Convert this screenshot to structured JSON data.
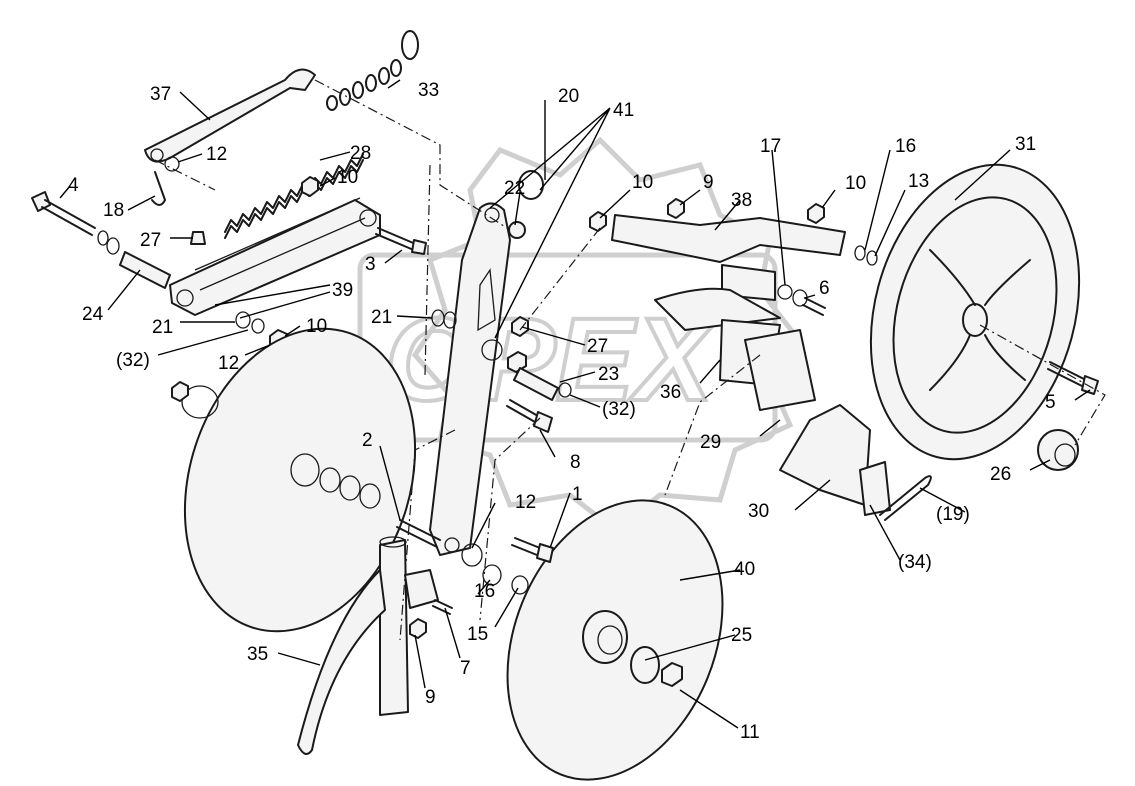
{
  "watermark": "OPEX",
  "labels": {
    "p1": "1",
    "p2": "2",
    "p3": "3",
    "p4": "4",
    "p5": "5",
    "p6": "6",
    "p7": "7",
    "p8": "8",
    "p9a": "9",
    "p9b": "9",
    "p10a": "10",
    "p10b": "10",
    "p10c": "10",
    "p10d": "10",
    "p11": "11",
    "p12a": "12",
    "p12b": "12",
    "p12c": "12",
    "p13": "13",
    "p15": "15",
    "p16a": "16",
    "p16b": "16",
    "p17": "17",
    "p18": "18",
    "p19": "(19)",
    "p20": "20",
    "p21a": "21",
    "p21b": "21",
    "p22": "22",
    "p23": "23",
    "p24": "24",
    "p25": "25",
    "p26": "26",
    "p27a": "27",
    "p27b": "27",
    "p28": "28",
    "p29": "29",
    "p30": "30",
    "p31": "31",
    "p32a": "(32)",
    "p32b": "(32)",
    "p33": "33",
    "p34": "(34)",
    "p35": "35",
    "p36": "36",
    "p37": "37",
    "p38": "38",
    "p39": "39",
    "p40": "40",
    "p41": "41"
  }
}
